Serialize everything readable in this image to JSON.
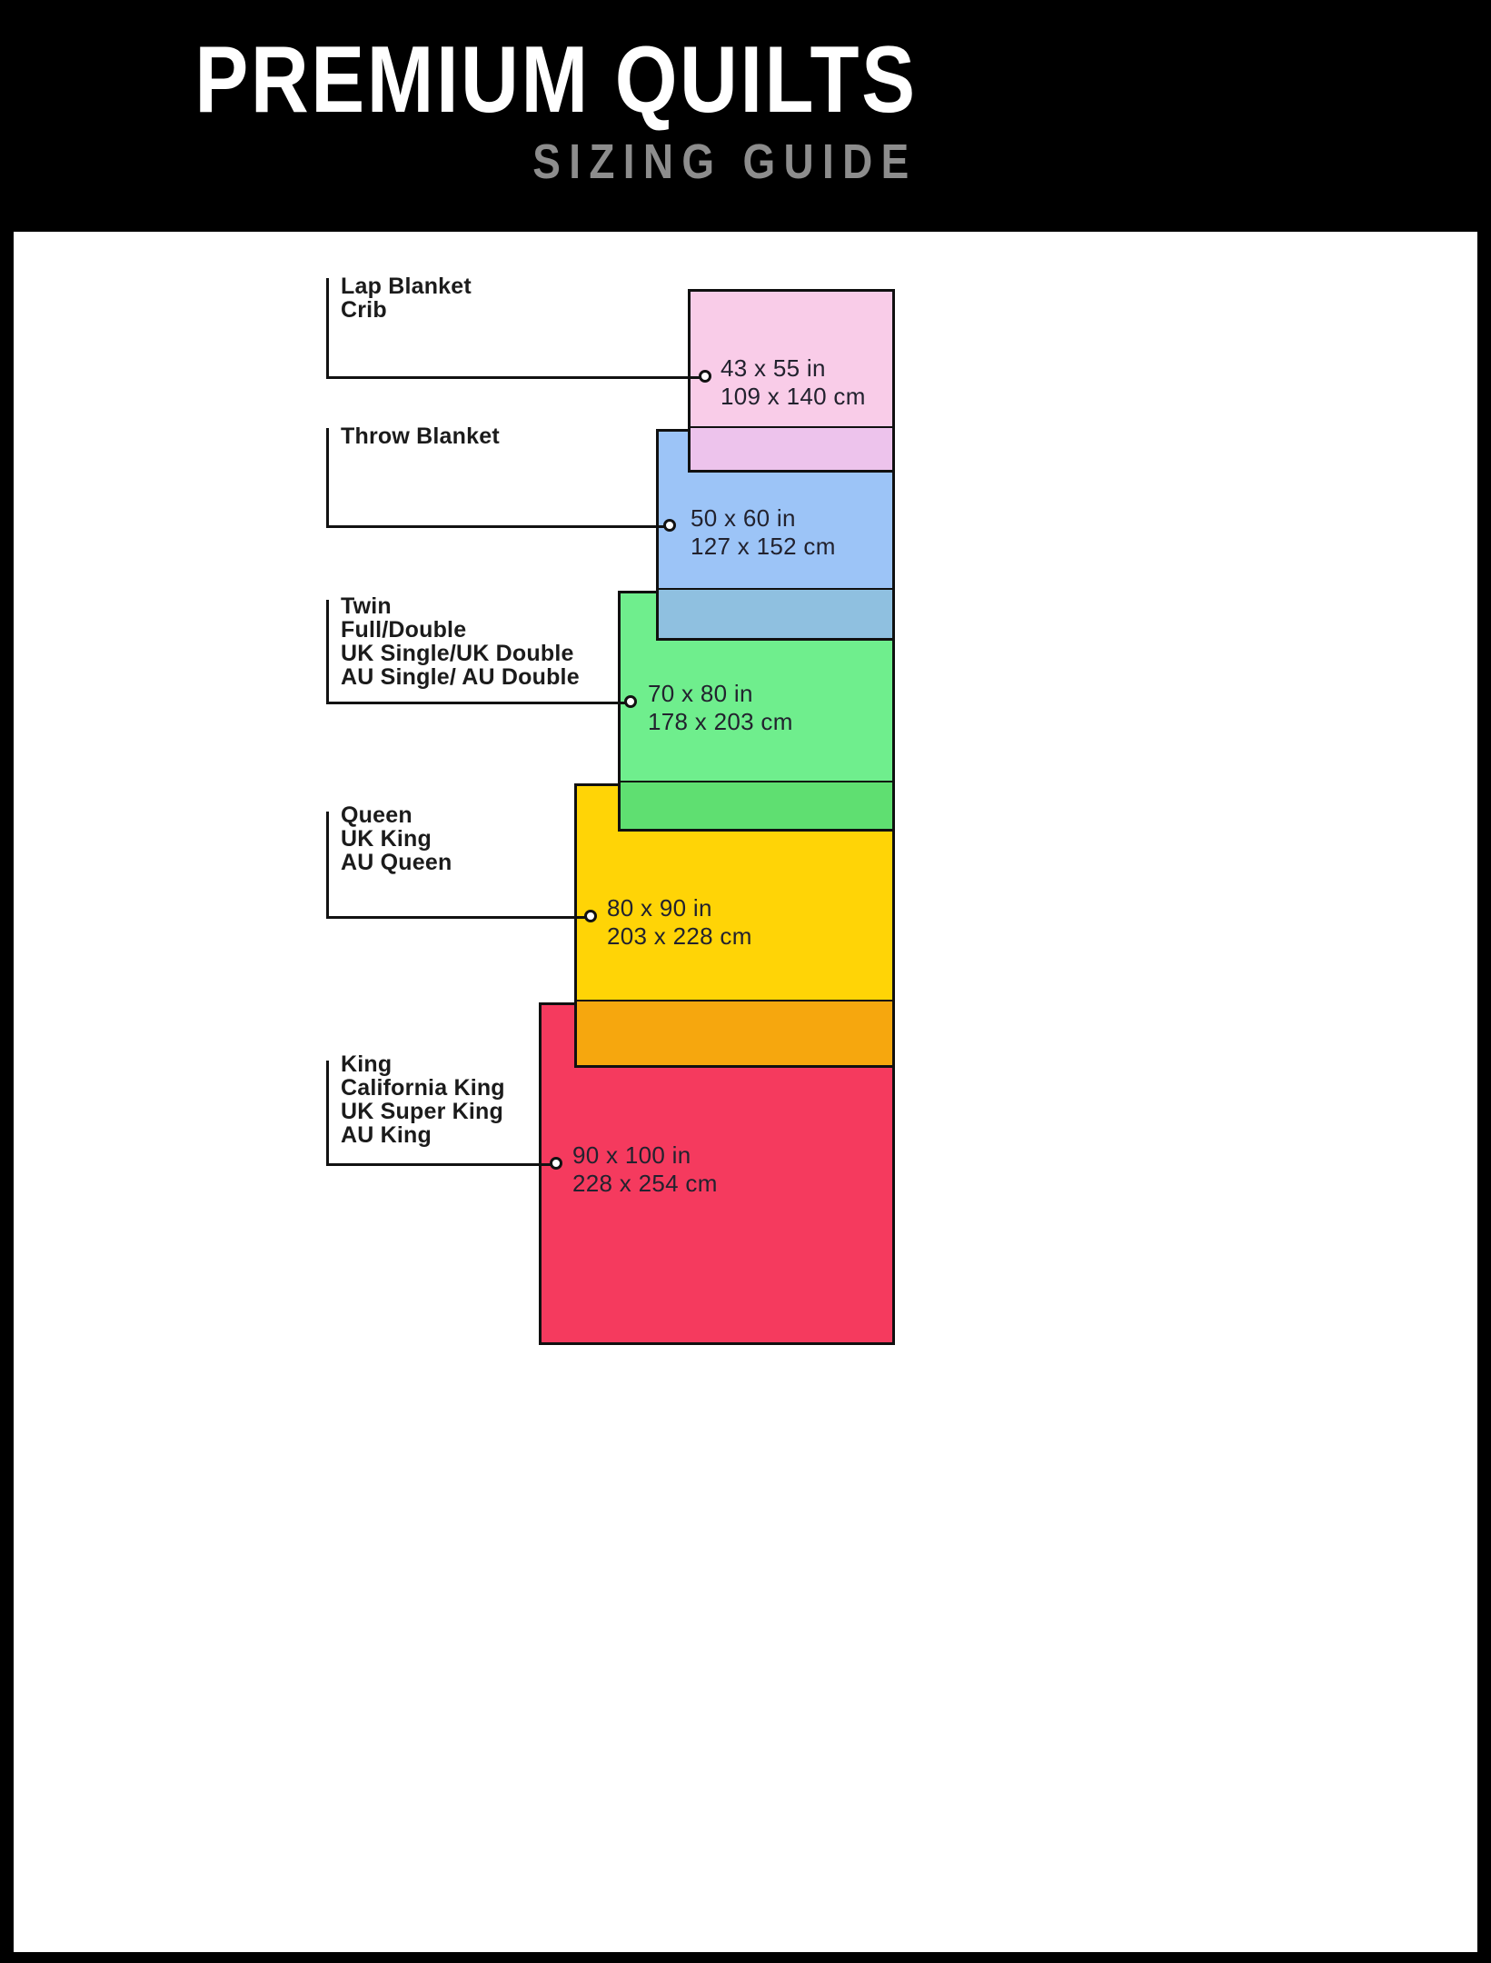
{
  "header": {
    "title": "PREMIUM QUILTS",
    "subtitle": "SIZING GUIDE"
  },
  "colors": {
    "page_background": "#000000",
    "panel_background": "#ffffff",
    "title_text": "#ffffff",
    "subtitle_text": "#8d8d8d",
    "line": "#121212",
    "label_text": "#1b1b1b",
    "size_text": "#22222e"
  },
  "sizes": [
    {
      "name": "lap-blanket-crib",
      "labels": [
        "Lap Blanket",
        "Crib"
      ],
      "inches": "43 x 55 in",
      "centimeters": "109 x 140 cm",
      "fill": "#f9cce8",
      "overlap_fill": "#edc3ec"
    },
    {
      "name": "throw-blanket",
      "labels": [
        "Throw Blanket"
      ],
      "inches": "50 x 60 in",
      "centimeters": "127 x 152 cm",
      "fill": "#9cc4f7",
      "overlap_fill": "#8fc0e0"
    },
    {
      "name": "twin-full-double",
      "labels": [
        "Twin",
        "Full/Double",
        "UK Single/UK Double",
        "AU Single/ AU Double"
      ],
      "inches": "70 x 80 in",
      "centimeters": "178 x 203 cm",
      "fill": "#6fee8d",
      "overlap_fill": "#5fdf71"
    },
    {
      "name": "queen",
      "labels": [
        "Queen",
        "UK King",
        "AU Queen"
      ],
      "inches": "80 x 90 in",
      "centimeters": "203 x 228 cm",
      "fill": "#ffd406",
      "overlap_fill": "#f6a70e"
    },
    {
      "name": "king",
      "labels": [
        "King",
        "California King",
        "UK Super King",
        "AU King"
      ],
      "inches": "90 x 100 in",
      "centimeters": "228 x 254 cm",
      "fill": "#f53a5e"
    }
  ]
}
